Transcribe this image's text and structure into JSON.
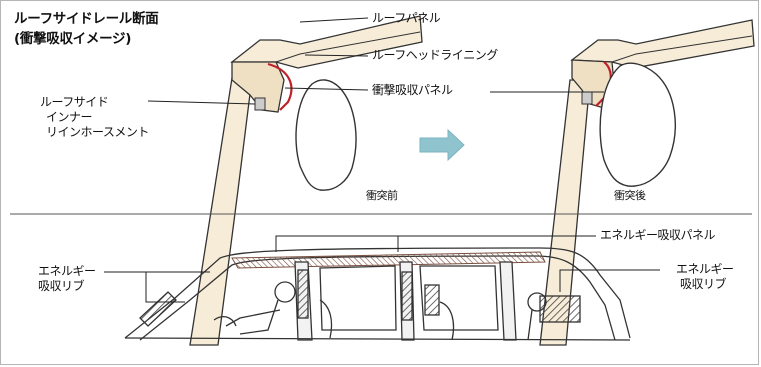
{
  "top": {
    "title_line1": "ルーフサイドレール断面",
    "title_line2": "(衝撃吸収イメージ)",
    "labels": {
      "roof_panel": "ルーフパネル",
      "roof_headlining": "ルーフヘッドライニング",
      "impact_panel": "衝撃吸収パネル",
      "inner_reinforcement": [
        "ルーフサイド",
        "インナー",
        "リインホースメント"
      ],
      "before": "衝突前",
      "after": "衝突後"
    }
  },
  "bottom": {
    "labels": {
      "energy_panel": "エネルギー吸収パネル",
      "rib_left": [
        "エネルギー",
        "吸収リブ"
      ],
      "rib_right": [
        "エネルギー",
        "吸収リブ"
      ]
    }
  },
  "colors": {
    "line": "#333333",
    "roof_fill": "#f6e9d3",
    "pad_red": "#c0202a",
    "arrow": "#8fc4cf",
    "hatch": "#555555",
    "energy_panel_fill": "#c9a28c"
  }
}
